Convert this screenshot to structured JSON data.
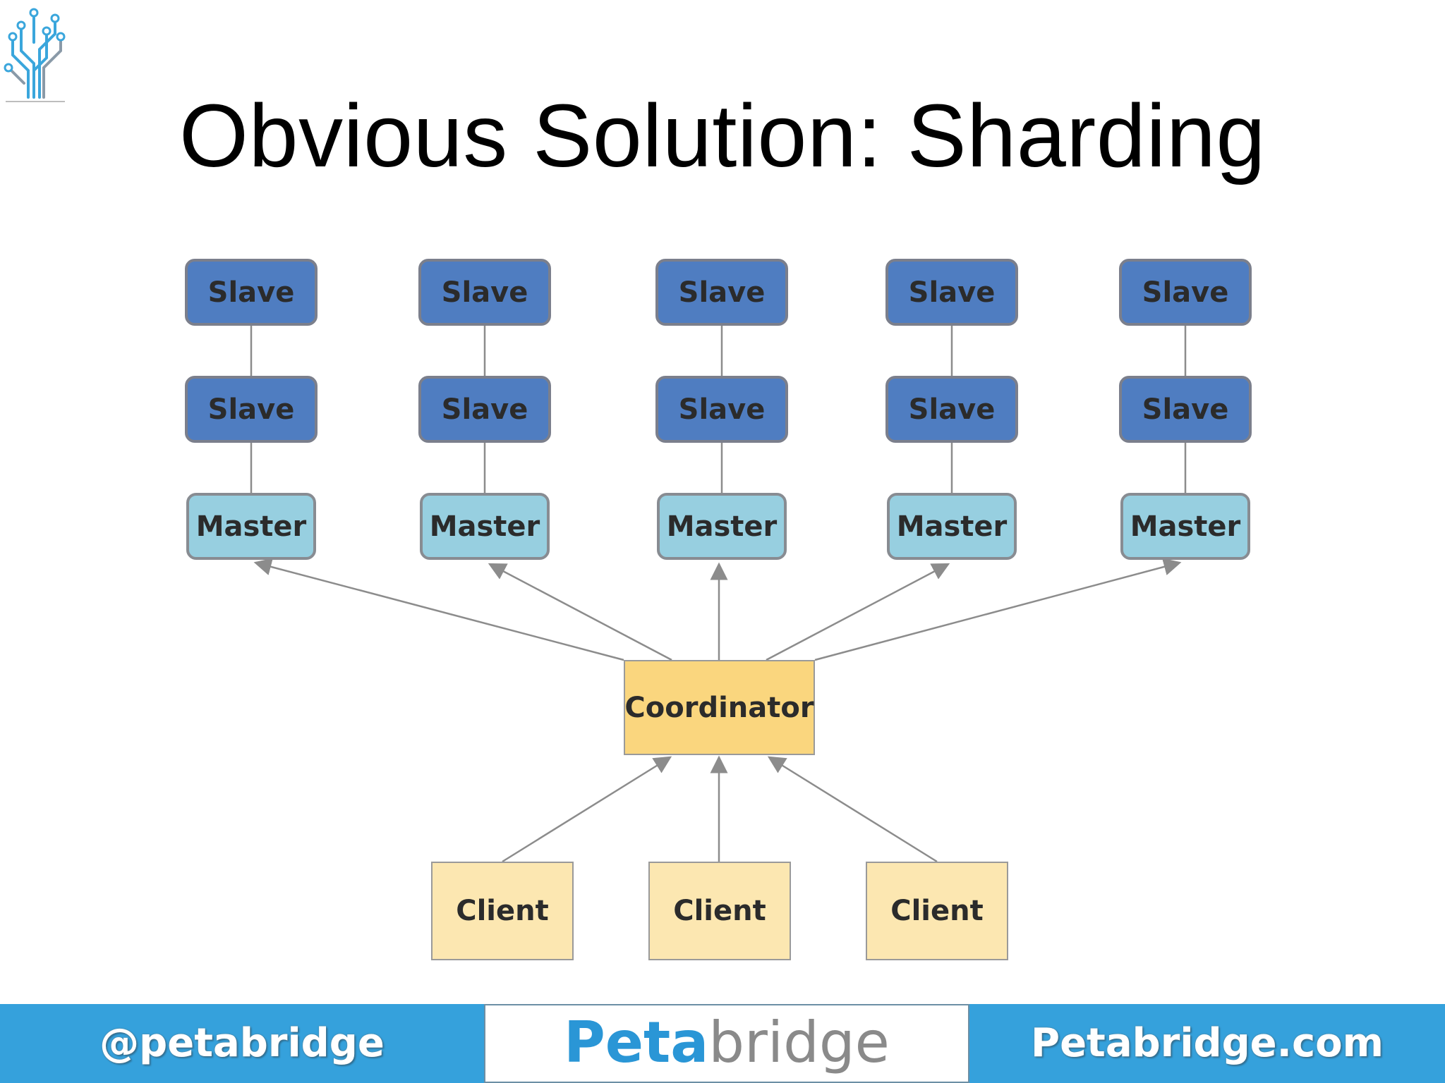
{
  "title": "Obvious Solution: Sharding",
  "diagram": {
    "slave_label": "Slave",
    "master_label": "Master",
    "coordinator_label": "Coordinator",
    "client_label": "Client"
  },
  "footer": {
    "left": "@petabridge",
    "center_a": "Peta",
    "center_b": "bridge",
    "right": "Petabridge.com"
  },
  "colors": {
    "slave": "#4f7dc1",
    "master": "#97cfe0",
    "coordinator": "#fad67e",
    "client": "#fce7b1",
    "footer": "#35a1dc",
    "brand_blue": "#2a96d6"
  },
  "icons": {
    "logo": "circuit-tree-logo"
  }
}
